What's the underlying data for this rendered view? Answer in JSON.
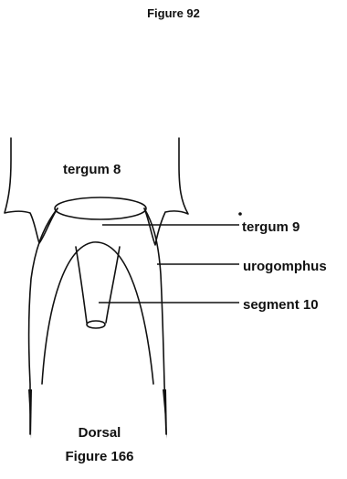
{
  "figure_top": {
    "caption": "Figure 92"
  },
  "figure_main": {
    "labels": {
      "tergum8": "tergum 8",
      "tergum9": "tergum 9",
      "urogomphus": "urogomphus",
      "segment10": "segment 10"
    },
    "view": "Dorsal",
    "caption": "Figure 166"
  }
}
